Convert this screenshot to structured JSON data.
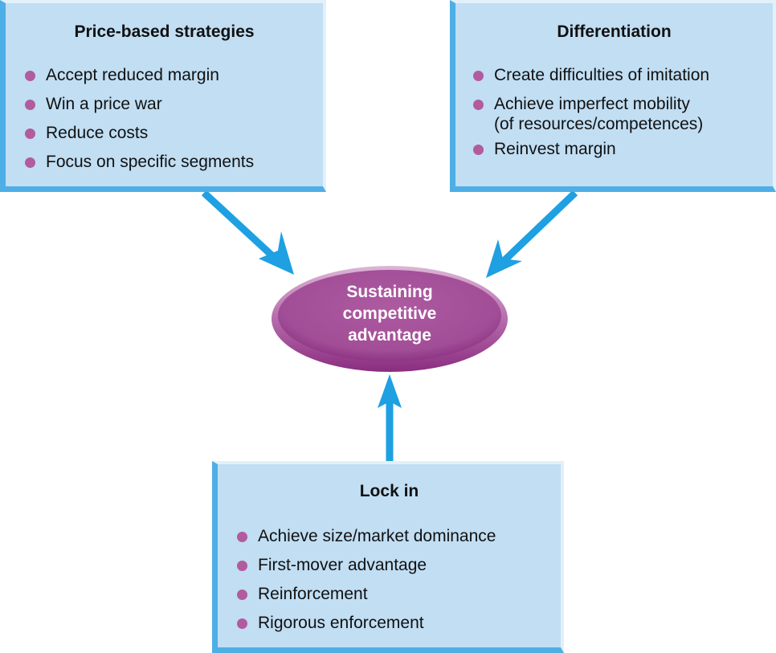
{
  "center": {
    "lines": [
      "Sustaining",
      "competitive",
      "advantage"
    ]
  },
  "boxes": {
    "price": {
      "title": "Price-based strategies",
      "items": [
        "Accept reduced margin",
        "Win a price war",
        "Reduce costs",
        "Focus on specific segments"
      ]
    },
    "differentiation": {
      "title": "Differentiation",
      "items": [
        {
          "line1": "Create difficulties of imitation",
          "line2": ""
        },
        {
          "line1": "Achieve imperfect mobility",
          "line2": "(of resources/competences)"
        },
        {
          "line1": "Reinvest margin",
          "line2": ""
        }
      ]
    },
    "lockin": {
      "title": "Lock in",
      "items": [
        "Achieve size/market dominance",
        "First-mover advantage",
        "Reinforcement",
        "Rigorous enforcement"
      ]
    }
  },
  "colors": {
    "box_fill": "#c1def3",
    "box_edge": "#4eaee6",
    "arrow": "#1ea0e2",
    "bullet": "#b25b9f",
    "ellipse": "#a9529c"
  }
}
